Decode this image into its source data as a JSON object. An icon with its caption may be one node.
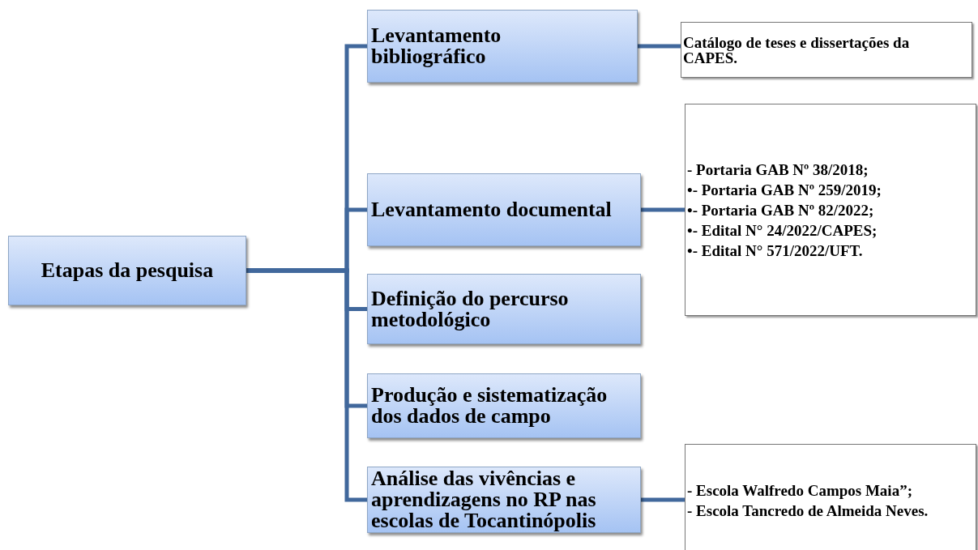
{
  "diagram": {
    "nodes": [
      {
        "text": [
          "Etapas da pesquisa"
        ]
      },
      {
        "text": [
          "Levantamento bibliográfico"
        ]
      },
      {
        "text": [
          "Catálogo de teses e dissertações da CAPES."
        ]
      },
      {
        "text": [
          "Levantamento documental"
        ]
      },
      {
        "text": [
          "- Portaria GAB Nº 38/2018;",
          "•- Portaria GAB Nº 259/2019;",
          "•- Portaria GAB Nº 82/2022;",
          "•- Edital N° 24/2022/CAPES;",
          "•- Edital N° 571/2022/UFT."
        ]
      },
      {
        "text": [
          "Definição do percurso metodológico"
        ]
      },
      {
        "text": [
          "Produção e sistematização dos dados de campo"
        ]
      },
      {
        "text": [
          "Análise das vivências e aprendizagens no RP nas escolas de Tocantinópolis"
        ]
      },
      {
        "text": [
          "- Escola Walfredo Campos Maia”;",
          "- Escola Tancredo de Almeida Neves."
        ]
      }
    ],
    "edges": [
      {
        "from": 0,
        "to": 1,
        "arrow": "none"
      },
      {
        "from": 0,
        "to": 3,
        "arrow": "none"
      },
      {
        "from": 0,
        "to": 5,
        "arrow": "none"
      },
      {
        "from": 0,
        "to": 6,
        "arrow": "none"
      },
      {
        "from": 0,
        "to": 7,
        "arrow": "none"
      },
      {
        "from": 1,
        "to": 2,
        "arrow": "none"
      },
      {
        "from": 3,
        "to": 4,
        "arrow": "none"
      },
      {
        "from": 7,
        "to": 8,
        "arrow": "none"
      }
    ]
  }
}
